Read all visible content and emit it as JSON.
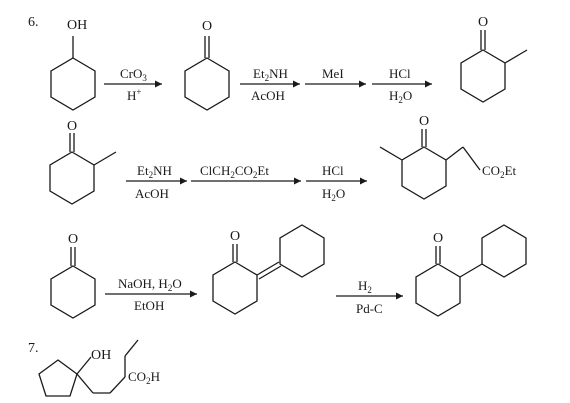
{
  "problems": [
    {
      "number": "6.",
      "schemes": [
        {
          "start": {
            "oxygen_label": "OH"
          },
          "steps": [
            {
              "above": [
                "CrO",
                {
                  "sub": "3"
                }
              ],
              "below": [
                "H",
                {
                  "sup": "+"
                }
              ]
            },
            {
              "above": [
                "Et",
                {
                  "sub": "2"
                },
                "NH"
              ],
              "below": [
                "AcOH"
              ]
            },
            {
              "above": [
                "MeI"
              ],
              "below": []
            },
            {
              "above": [
                "HCl"
              ],
              "below": [
                "H",
                {
                  "sub": "2"
                },
                "O"
              ]
            }
          ],
          "intermediates": [
            {
              "oxygen_label": "O"
            }
          ],
          "product": {
            "oxygen_label": "O"
          }
        },
        {
          "start": {
            "oxygen_label": "O"
          },
          "steps": [
            {
              "above": [
                "Et",
                {
                  "sub": "2"
                },
                "NH"
              ],
              "below": [
                "AcOH"
              ]
            },
            {
              "above": [
                "ClCH",
                {
                  "sub": "2"
                },
                "CO",
                {
                  "sub": "2"
                },
                "Et"
              ],
              "below": []
            },
            {
              "above": [
                "HCl"
              ],
              "below": [
                "H",
                {
                  "sub": "2"
                },
                "O"
              ]
            }
          ],
          "product": {
            "oxygen_label": "O",
            "substituent_label": [
              "CO",
              {
                "sub": "2"
              },
              "Et"
            ]
          }
        },
        {
          "start": {
            "oxygen_label": "O"
          },
          "steps": [
            {
              "above": [
                "NaOH, H",
                {
                  "sub": "2"
                },
                "O"
              ],
              "below": [
                "EtOH"
              ]
            },
            {
              "above": [
                "H",
                {
                  "sub": "2"
                }
              ],
              "below": [
                "Pd-C"
              ]
            }
          ],
          "intermediates": [
            {
              "oxygen_label": "O"
            }
          ],
          "product": {
            "oxygen_label": "O"
          }
        }
      ]
    },
    {
      "number": "7.",
      "structure": {
        "hydroxyl_label": "OH",
        "acid_label": [
          "CO",
          {
            "sub": "2"
          },
          "H"
        ]
      }
    }
  ]
}
